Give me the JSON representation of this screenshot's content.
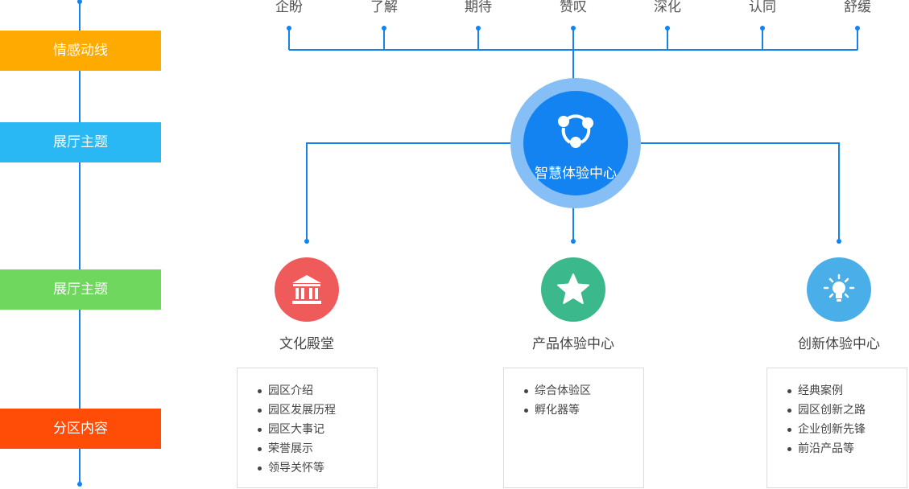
{
  "left_tags": [
    {
      "label": "情感动线",
      "color": "#ffaa00"
    },
    {
      "label": "展厅主题",
      "color": "#2ab8f5"
    },
    {
      "label": "展厅主题",
      "color": "#6fd65e"
    },
    {
      "label": "分区内容",
      "color": "#ff4d08"
    }
  ],
  "emotions": [
    "企盼",
    "了解",
    "期待",
    "赞叹",
    "深化",
    "认同",
    "舒缓"
  ],
  "hub": {
    "title": "智慧体验中心",
    "icon": "share-nodes-icon"
  },
  "zones": [
    {
      "title": "文化殿堂",
      "color": "#ef5b5b",
      "icon": "museum-icon",
      "items": [
        "园区介绍",
        "园区发展历程",
        "园区大事记",
        "荣誉展示",
        "领导关怀等"
      ]
    },
    {
      "title": "产品体验中心",
      "color": "#3cb98c",
      "icon": "star-icon",
      "items": [
        "综合体验区",
        "孵化器等"
      ]
    },
    {
      "title": "创新体验中心",
      "color": "#4aaee8",
      "icon": "lightbulb-icon",
      "items": [
        "经典案例",
        "园区创新之路",
        "企业创新先锋",
        "前沿产品等"
      ]
    }
  ],
  "colors": {
    "line": "#1283f0"
  }
}
